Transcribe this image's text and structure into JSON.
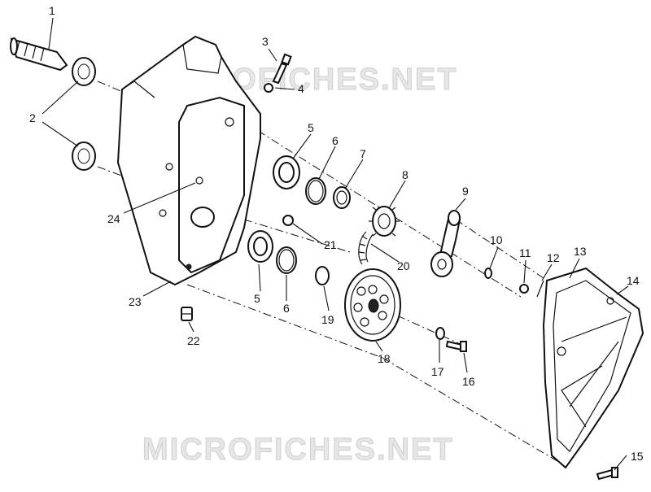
{
  "watermark": "MICROFICHES.NET",
  "callouts": [
    {
      "id": "1",
      "text": "1"
    },
    {
      "id": "2",
      "text": "2"
    },
    {
      "id": "3",
      "text": "3"
    },
    {
      "id": "4",
      "text": "4"
    },
    {
      "id": "5a",
      "text": "5"
    },
    {
      "id": "6a",
      "text": "6"
    },
    {
      "id": "7",
      "text": "7"
    },
    {
      "id": "8",
      "text": "8"
    },
    {
      "id": "9",
      "text": "9"
    },
    {
      "id": "10",
      "text": "10"
    },
    {
      "id": "11",
      "text": "11"
    },
    {
      "id": "12",
      "text": "12"
    },
    {
      "id": "13",
      "text": "13"
    },
    {
      "id": "14",
      "text": "14"
    },
    {
      "id": "15",
      "text": "15"
    },
    {
      "id": "16",
      "text": "16"
    },
    {
      "id": "17",
      "text": "17"
    },
    {
      "id": "18",
      "text": "18"
    },
    {
      "id": "19",
      "text": "19"
    },
    {
      "id": "20",
      "text": "20"
    },
    {
      "id": "21",
      "text": "21"
    },
    {
      "id": "22",
      "text": "22"
    },
    {
      "id": "23",
      "text": "23"
    },
    {
      "id": "24",
      "text": "24"
    },
    {
      "id": "5b",
      "text": "5"
    },
    {
      "id": "6b",
      "text": "6"
    }
  ]
}
